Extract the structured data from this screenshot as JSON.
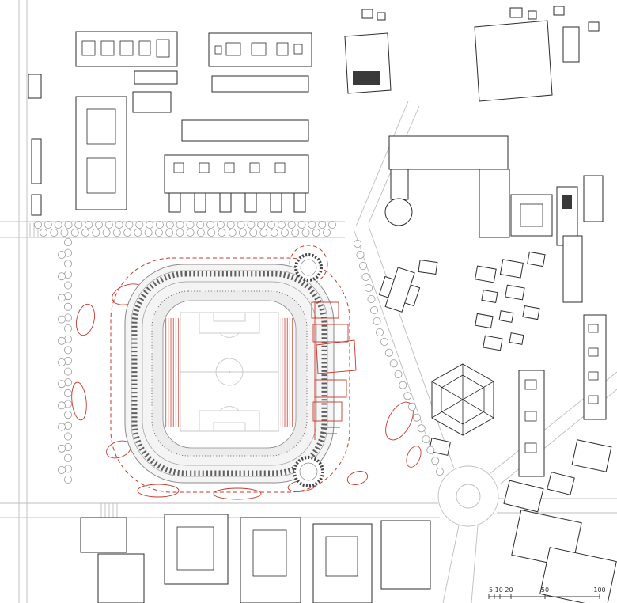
{
  "scale_bar": {
    "labels": {
      "small": "5 10 20",
      "mid": "50",
      "large": "100"
    }
  },
  "colors": {
    "red": "#c43a2e",
    "building": "#2b2b2b",
    "minor": "#bdbdbd",
    "stand": "#ececec",
    "field_line": "#c9c9c9",
    "tree": "#9a9a9a"
  }
}
